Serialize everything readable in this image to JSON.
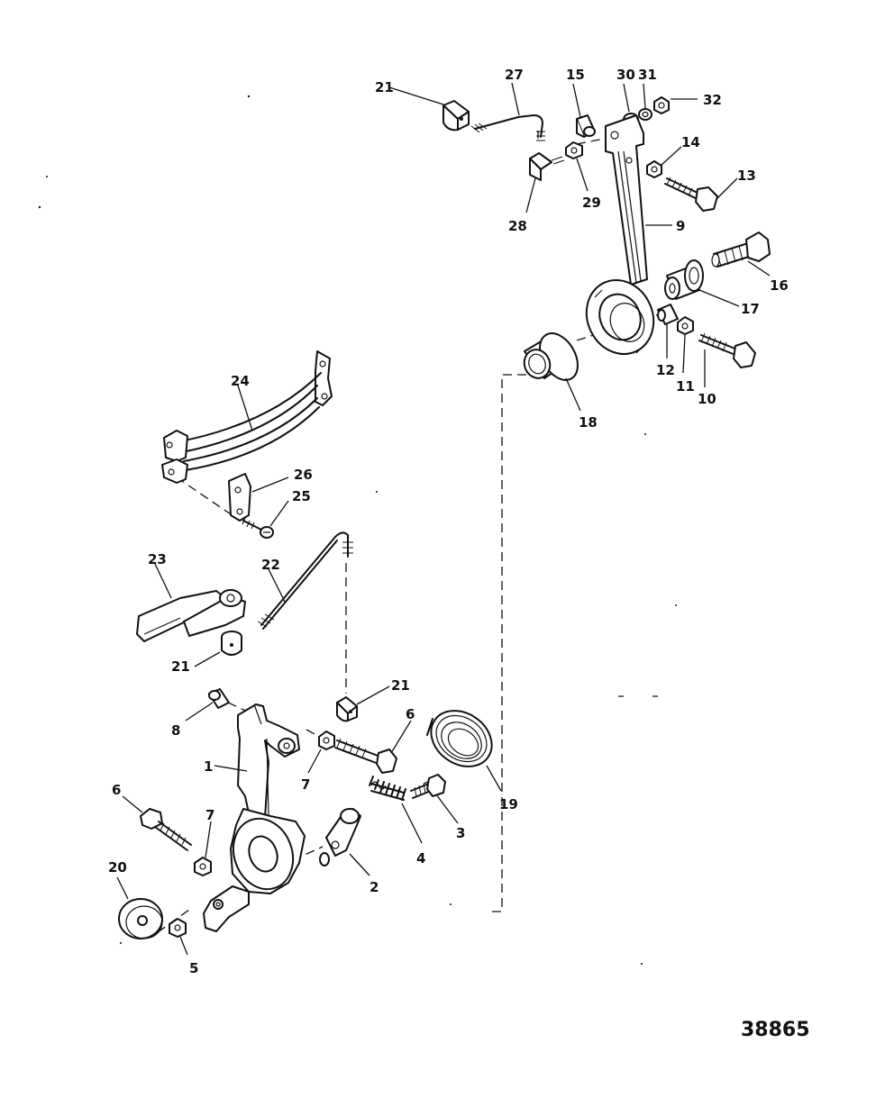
{
  "figure_number": "38865",
  "callouts": [
    "21",
    "27",
    "15",
    "30",
    "31",
    "32",
    "14",
    "13",
    "28",
    "29",
    "9",
    "16",
    "17",
    "12",
    "11",
    "10",
    "18",
    "24",
    "26",
    "25",
    "23",
    "22",
    "21",
    "8",
    "21",
    "6",
    "1",
    "7",
    "6",
    "7",
    "19",
    "3",
    "4",
    "2",
    "20",
    "5"
  ]
}
